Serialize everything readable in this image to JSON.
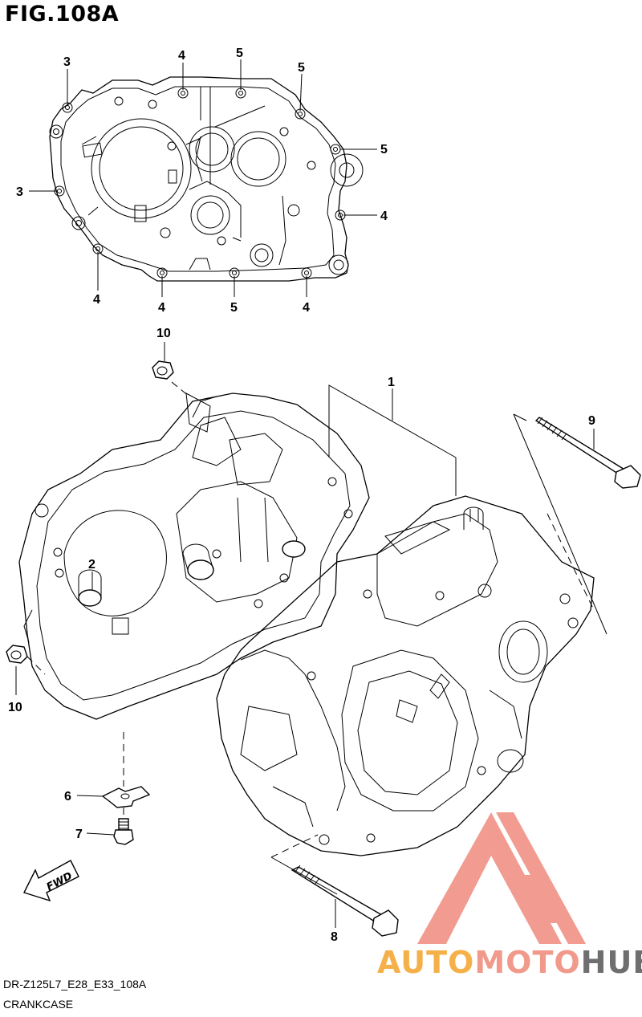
{
  "figure": {
    "title": "FIG.108A",
    "code": "DR-Z125L7_E28_E33_108A",
    "name": "CRANKCASE"
  },
  "callouts": {
    "top_left_3a": "3",
    "top_4a": "4",
    "top_5a": "5",
    "top_5b": "5",
    "right_5c": "5",
    "left_3b": "3",
    "right_4b": "4",
    "bottom_4c": "4",
    "bottom_4d": "4",
    "bottom_5d": "5",
    "bottom_4e": "4",
    "part_10_top": "10",
    "part_1": "1",
    "part_9": "9",
    "part_2": "2",
    "part_10_left": "10",
    "part_6": "6",
    "part_7": "7",
    "part_8": "8"
  },
  "fwd_arrow": {
    "label": "FWD",
    "icon": "fwd-arrow-icon"
  },
  "watermark": {
    "part_auto": "AUTO",
    "part_moto": "MOTO",
    "part_hub": "HUB",
    "colors": {
      "auto": "#f5b04a",
      "moto": "#f19a8c",
      "hub": "#6f6f6f",
      "logo": "#f08a7e"
    },
    "icon": "automotohub-logo-icon"
  }
}
